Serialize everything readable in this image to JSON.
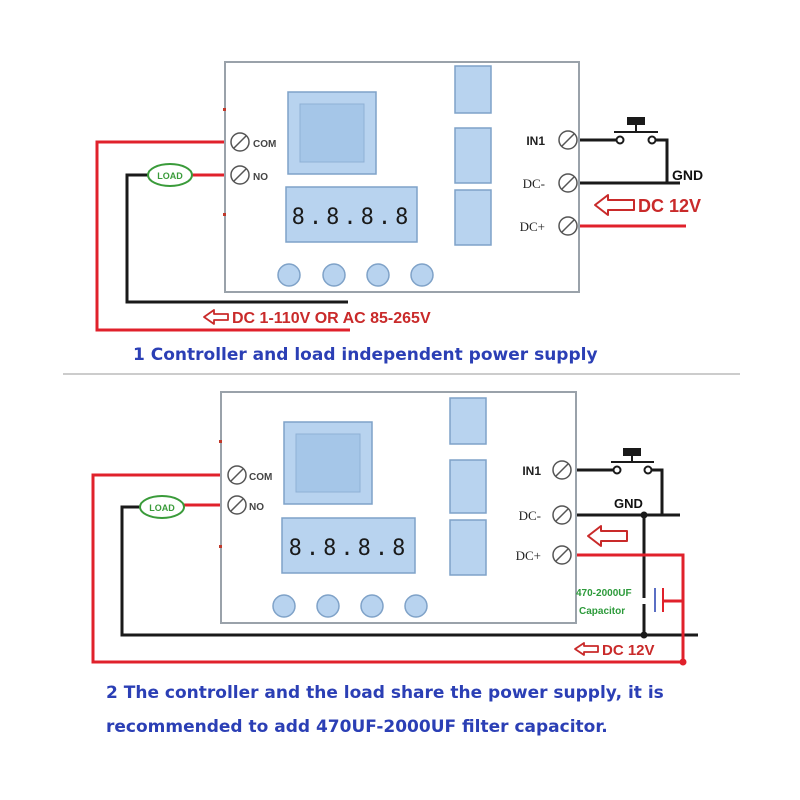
{
  "colors": {
    "board_fill": "#ffffff",
    "board_stroke": "#9aa2aa",
    "module_fill": "#b8d3ef",
    "module_stroke": "#7fa2c8",
    "wire_red": "#e0212b",
    "wire_black": "#1a1a1a",
    "arrow_red": "#c92a2a",
    "load_green": "#3a9b3a",
    "capacitor_green": "#2c9a3a",
    "caption_blue": "#2b3fb5",
    "divider": "#9a9a9a"
  },
  "icons": {
    "terminal": "screw-terminal-icon",
    "button": "push-button-icon",
    "capacitor": "capacitor-icon",
    "arrow": "left-arrow-icon"
  },
  "diagram1": {
    "display": "8.8.8.8",
    "terminals": {
      "com": "COM",
      "no": "NO",
      "in1": "IN1",
      "dc_minus": "DC-",
      "dc_plus": "DC+"
    },
    "gnd": "GND",
    "load": "LOAD",
    "supply_12v": "DC 12V",
    "supply_mains": "DC 1-110V OR AC 85-265V",
    "caption": "1 Controller and load independent power supply"
  },
  "diagram2": {
    "display": "8.8.8.8",
    "terminals": {
      "com": "COM",
      "no": "NO",
      "in1": "IN1",
      "dc_minus": "DC-",
      "dc_plus": "DC+"
    },
    "gnd": "GND",
    "load": "LOAD",
    "capacitor_value": "470-2000UF",
    "capacitor_label": "Capacitor",
    "supply_12v": "DC 12V",
    "caption_line1": "2 The controller and the load share the power supply, it is",
    "caption_line2": "recommended to add 470UF-2000UF filter capacitor."
  }
}
